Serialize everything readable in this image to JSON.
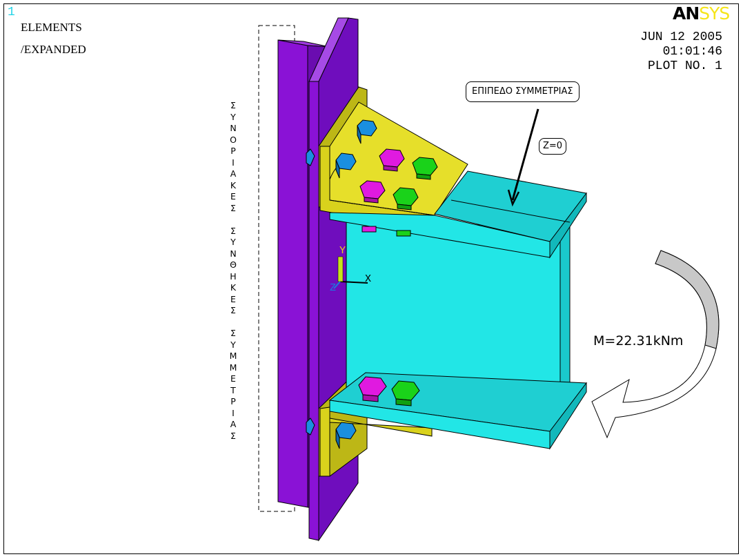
{
  "window": {
    "number": "1",
    "plot_type_lines": [
      "ELEMENTS",
      "/EXPANDED"
    ]
  },
  "brand": {
    "part1": "AN",
    "part2": "SYS"
  },
  "plot_info": {
    "date": "JUN 12 2005",
    "time": "01:01:46",
    "plot_no": "PLOT NO.   1"
  },
  "labels": {
    "symmetry_plane": "ΕΠΙΠΕΔΟ ΣΥΜΜΕΤΡΙΑΣ",
    "z_coord": "Z=0",
    "boundary_text": "ΣΥΝΟΡΙΑΚΕΣ ΣΥΝΘΗΚΕΣ ΣΥΜΜΕΤΡΙΑΣ",
    "moment": "M=22.31kNm"
  },
  "triad": {
    "x": "X",
    "y": "Y",
    "z": "Z"
  },
  "colors": {
    "column": "#8a12d6",
    "column_dark": "#5a0a9e",
    "angle": "#d9d21c",
    "beam": "#22e6e6",
    "beam_dark": "#12b8bb",
    "bolt_blue": "#1a8fe0",
    "bolt_magenta": "#e01ae0",
    "bolt_green": "#1ad21a",
    "brand_yellow": "#f5e51a"
  }
}
